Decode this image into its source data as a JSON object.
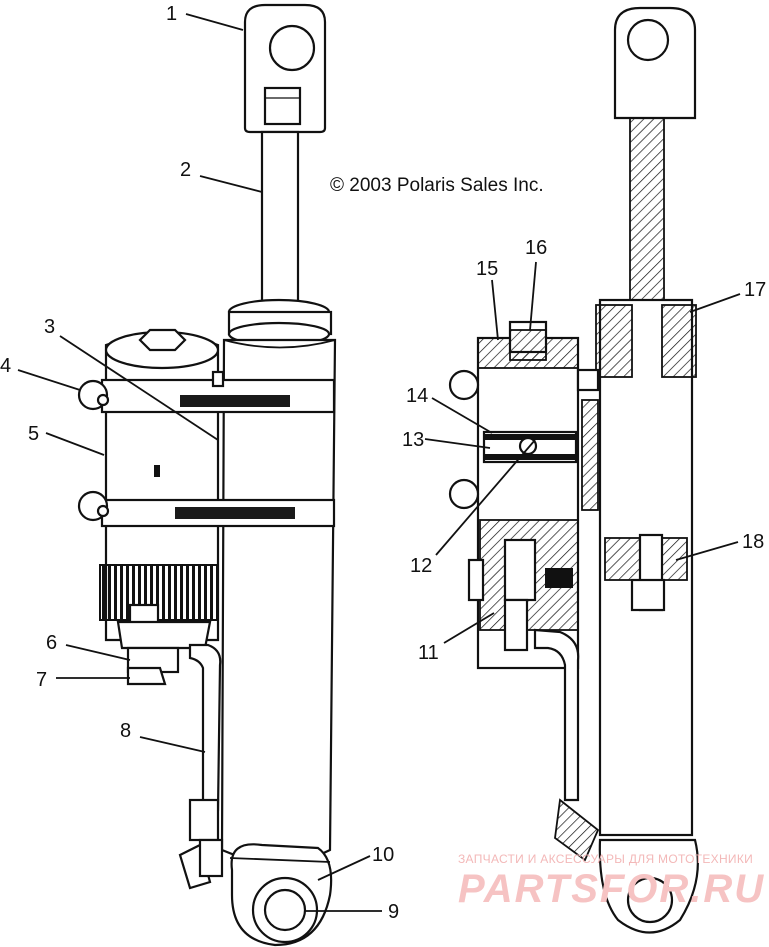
{
  "copyright": "© 2003 Polaris Sales Inc.",
  "watermark": {
    "line1": "ЗАПЧАСТИ И АКСЕССУАРЫ ДЛЯ МОТОТЕХНИКИ",
    "line2": "PARTSFOR.RU"
  },
  "callouts": [
    "1",
    "2",
    "3",
    "4",
    "5",
    "6",
    "7",
    "8",
    "9",
    "10",
    "11",
    "12",
    "13",
    "14",
    "15",
    "16",
    "17",
    "18"
  ]
}
